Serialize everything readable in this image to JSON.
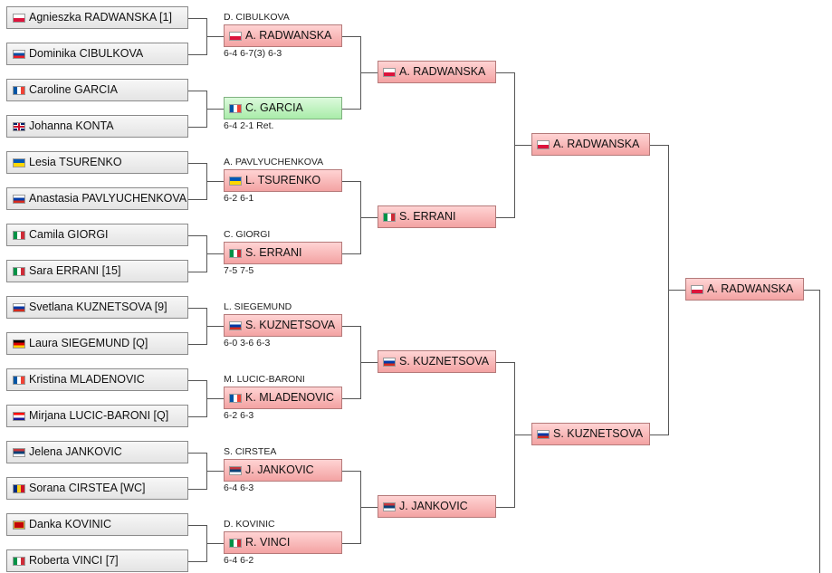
{
  "first_round": [
    {
      "name": "Agnieszka RADWANSKA [1]",
      "flag": "POL"
    },
    {
      "name": "Dominika CIBULKOVA",
      "flag": "SVK"
    },
    {
      "name": "Caroline GARCIA",
      "flag": "FRA"
    },
    {
      "name": "Johanna KONTA",
      "flag": "GBR"
    },
    {
      "name": "Lesia TSURENKO",
      "flag": "UKR"
    },
    {
      "name": "Anastasia PAVLYUCHENKOVA",
      "flag": "RUS"
    },
    {
      "name": "Camila GIORGI",
      "flag": "ITA"
    },
    {
      "name": "Sara ERRANI [15]",
      "flag": "ITA"
    },
    {
      "name": "Svetlana KUZNETSOVA [9]",
      "flag": "RUS"
    },
    {
      "name": "Laura SIEGEMUND [Q]",
      "flag": "GER"
    },
    {
      "name": "Kristina MLADENOVIC",
      "flag": "FRA"
    },
    {
      "name": "Mirjana LUCIC-BARONI [Q]",
      "flag": "CRO"
    },
    {
      "name": "Jelena JANKOVIC",
      "flag": "SRB"
    },
    {
      "name": "Sorana CIRSTEA [WC]",
      "flag": "ROU"
    },
    {
      "name": "Danka KOVINIC",
      "flag": "MNE"
    },
    {
      "name": "Roberta VINCI [7]",
      "flag": "ITA"
    }
  ],
  "second_round": [
    {
      "above": "D. CIBULKOVA",
      "name": "A. RADWANSKA",
      "flag": "POL",
      "score": "6-4 6-7(3) 6-3",
      "highlight": false
    },
    {
      "above": "",
      "name": "C. GARCIA",
      "flag": "FRA",
      "score": "6-4 2-1 Ret.",
      "highlight": true
    },
    {
      "above": "A. PAVLYUCHENKOVA",
      "name": "L. TSURENKO",
      "flag": "UKR",
      "score": "6-2 6-1",
      "highlight": false
    },
    {
      "above": "C. GIORGI",
      "name": "S. ERRANI",
      "flag": "ITA",
      "score": "7-5 7-5",
      "highlight": false
    },
    {
      "above": "L. SIEGEMUND",
      "name": "S. KUZNETSOVA",
      "flag": "RUS",
      "score": "6-0 3-6 6-3",
      "highlight": false
    },
    {
      "above": "M. LUCIC-BARONI",
      "name": "K. MLADENOVIC",
      "flag": "FRA",
      "score": "6-2 6-3",
      "highlight": false
    },
    {
      "above": "S. CIRSTEA",
      "name": "J. JANKOVIC",
      "flag": "SRB",
      "score": "6-4 6-3",
      "highlight": false
    },
    {
      "above": "D. KOVINIC",
      "name": "R. VINCI",
      "flag": "ITA",
      "score": "6-4 6-2",
      "highlight": false
    }
  ],
  "third_round": [
    {
      "name": "A. RADWANSKA",
      "flag": "POL"
    },
    {
      "name": "S. ERRANI",
      "flag": "ITA"
    },
    {
      "name": "S. KUZNETSOVA",
      "flag": "RUS"
    },
    {
      "name": "J. JANKOVIC",
      "flag": "SRB"
    }
  ],
  "fourth_round": [
    {
      "name": "A. RADWANSKA",
      "flag": "POL"
    },
    {
      "name": "S. KUZNETSOVA",
      "flag": "RUS"
    }
  ],
  "fifth_round": [
    {
      "name": "A. RADWANSKA",
      "flag": "POL"
    }
  ],
  "colors": {
    "winner_fill": "#f3a3a3",
    "highlight_fill": "#a9eca9",
    "player_fill": "#e4e4e4",
    "connector": "#555555"
  }
}
